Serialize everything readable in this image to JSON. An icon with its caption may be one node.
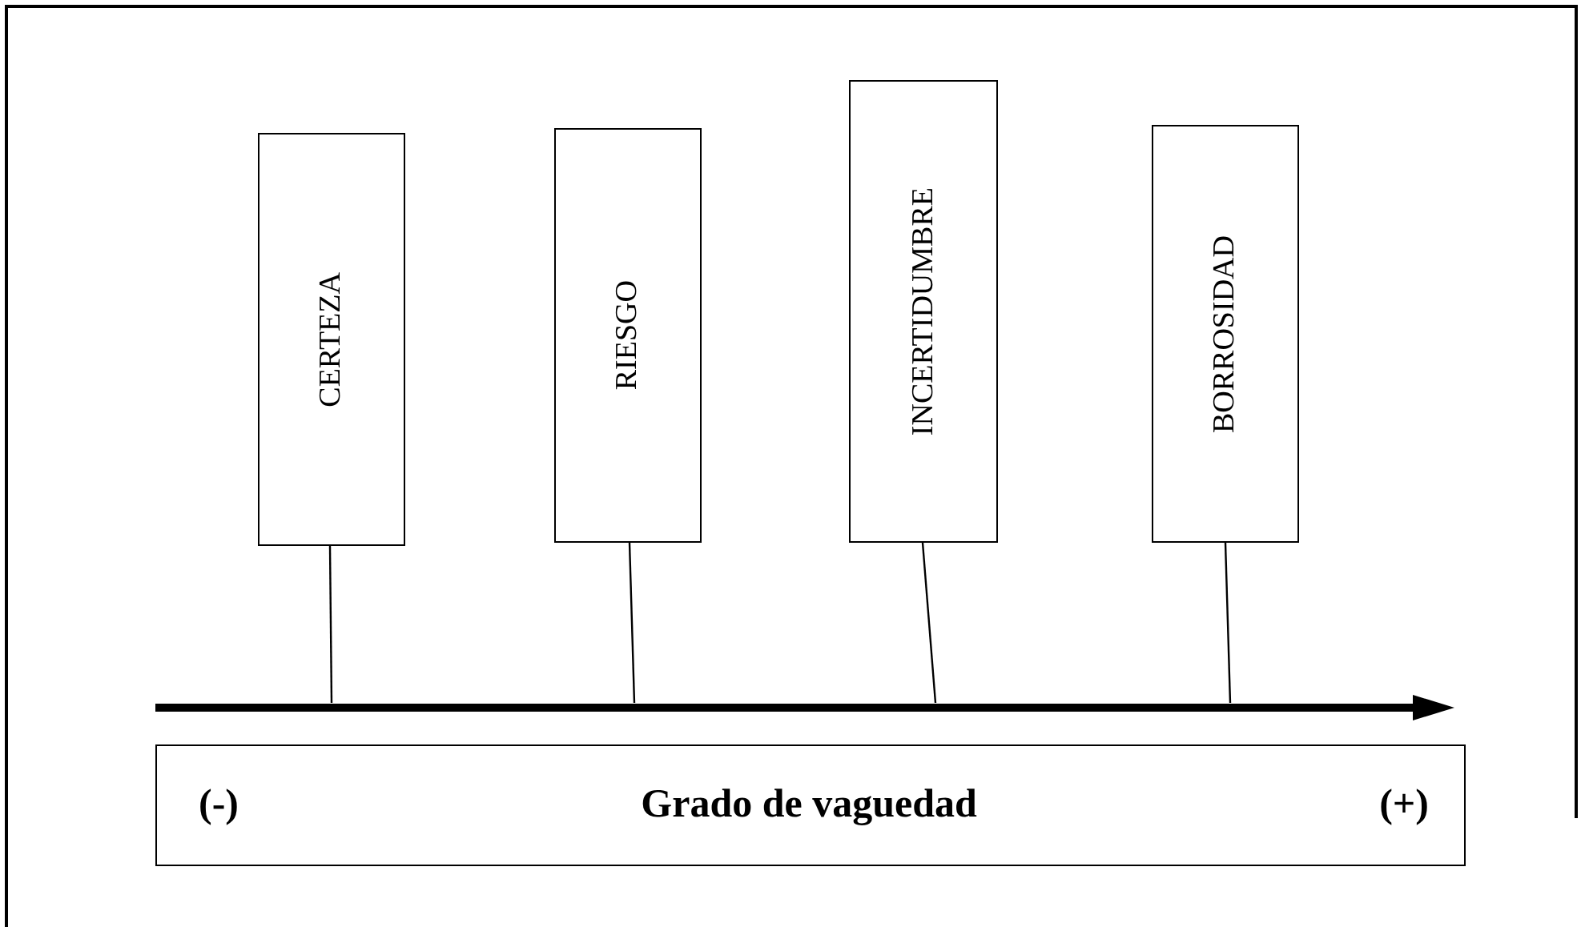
{
  "diagram": {
    "nodes": [
      {
        "text": [
          "CERTEZA"
        ]
      },
      {
        "text": [
          "RIESGO"
        ]
      },
      {
        "text": [
          "INCERTIDUMBRE"
        ]
      },
      {
        "text": [
          "BORROSIDAD"
        ]
      },
      {
        "text": [],
        "shape": "arrow"
      },
      {
        "text": [
          "(-)",
          "Grado de vaguedad",
          "(+)"
        ]
      }
    ],
    "edges": [
      {
        "from": 0,
        "to": 4,
        "arrow": "none"
      },
      {
        "from": 1,
        "to": 4,
        "arrow": "none"
      },
      {
        "from": 2,
        "to": 4,
        "arrow": "none"
      },
      {
        "from": 3,
        "to": 4,
        "arrow": "none"
      }
    ]
  }
}
